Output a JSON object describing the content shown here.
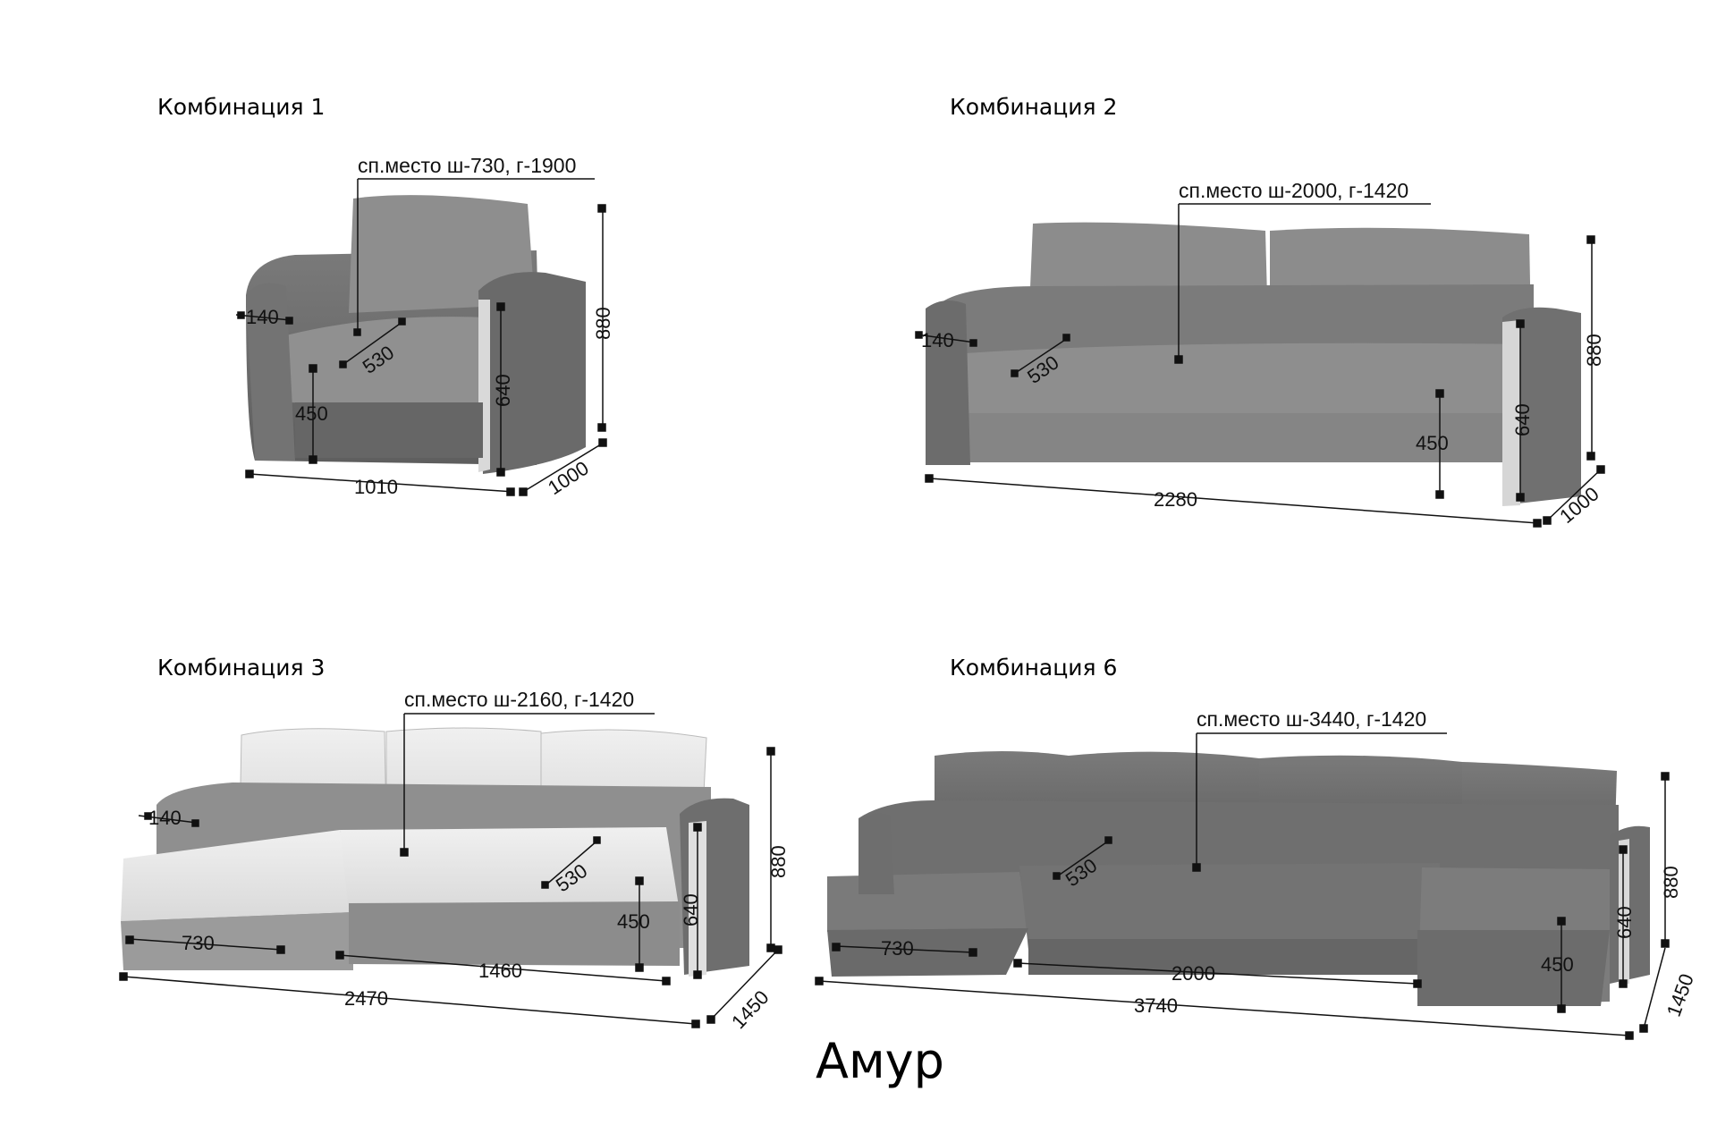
{
  "brand_model": "Амур",
  "combos": [
    {
      "title": "Комбинация 1",
      "sleeping": "сп.место ш-730, г-1900",
      "dims": {
        "armrest": "140",
        "seat_depth": "530",
        "seat_height": "450",
        "arm_height": "640",
        "height": "880",
        "width": "1010",
        "depth": "1000"
      }
    },
    {
      "title": "Комбинация 2",
      "sleeping": "сп.место ш-2000, г-1420",
      "dims": {
        "armrest": "140",
        "seat_depth": "530",
        "seat_height": "450",
        "arm_height": "640",
        "height": "880",
        "width": "2280",
        "depth": "1000"
      }
    },
    {
      "title": "Комбинация 3",
      "sleeping": "сп.место ш-2160, г-1420",
      "dims": {
        "armrest": "140",
        "seat_depth": "530",
        "seat_height": "450",
        "arm_height": "640",
        "height": "880",
        "chaise_width": "730",
        "main_width": "1460",
        "width": "2470",
        "depth": "1450"
      }
    },
    {
      "title": "Комбинация 6",
      "sleeping": "сп.место ш-3440, г-1420",
      "dims": {
        "seat_depth": "530",
        "seat_height": "450",
        "arm_height": "640",
        "height": "880",
        "chaise_width": "730",
        "main_width": "2000",
        "width": "3740",
        "depth": "1450"
      }
    }
  ],
  "colors": {
    "dark_fabric": "#6b6b6b",
    "mid_fabric": "#8a8a8a",
    "light_fabric": "#e4e4e4",
    "line": "#111111"
  }
}
